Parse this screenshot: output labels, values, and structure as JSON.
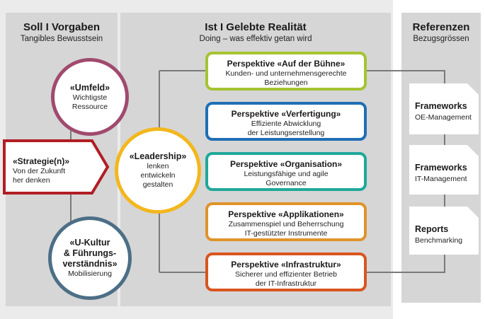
{
  "columns": {
    "soll": {
      "title": "Soll I Vorgaben",
      "subtitle": "Tangibles Bewusstsein"
    },
    "ist": {
      "title": "Ist I Gelebte Realität",
      "subtitle": "Doing – was effektiv getan wird"
    },
    "ref": {
      "title": "Referenzen",
      "subtitle": "Bezugsgrössen"
    }
  },
  "circles": {
    "umfeld": {
      "title": "«Umfeld»",
      "desc1": "Wichtigste",
      "desc2": "Ressource",
      "color": "#a04a6e"
    },
    "leadership": {
      "title": "«Leadership»",
      "desc1": "lenken",
      "desc2": "entwickeln",
      "desc3": "gestalten",
      "color": "#f3b71c"
    },
    "ukultur": {
      "title1": "«U-Kultur",
      "title2": "& Führungs-",
      "title3": "verständnis»",
      "desc": "Mobilisierung",
      "color": "#4c6f86"
    }
  },
  "strategie": {
    "title": "«Strategie(n)»",
    "desc1": "Von der Zukunft",
    "desc2": "her denken",
    "color": "#b11e24"
  },
  "perspectives": [
    {
      "title": "Perspektive «Auf der Bühne»",
      "desc1": "Kunden- und unternehmensgerechte",
      "desc2": "Beziehungen",
      "color": "#a5c430"
    },
    {
      "title": "Perspektive «Verfertigung»",
      "desc1": "Effiziente Abwicklung",
      "desc2": "der Leistungserstellung",
      "color": "#1f6fb5"
    },
    {
      "title": "Perspektive «Organisation»",
      "desc1": "Leistungsfähige und agile",
      "desc2": "Governance",
      "color": "#1fa89a"
    },
    {
      "title": "Perspektive «Applikationen»",
      "desc1": "Zusammenspiel und Beherrschung",
      "desc2": "IT-gestützter Instrumente",
      "color": "#e0932a"
    },
    {
      "title": "Perspektive «Infrastruktur»",
      "desc1": "Sicherer und effizienter Betrieb",
      "desc2": "der IT-Infrastruktur",
      "color": "#d8551e"
    }
  ],
  "references": [
    {
      "title": "Frameworks",
      "desc": "OE-Management"
    },
    {
      "title": "Frameworks",
      "desc": "IT-Management"
    },
    {
      "title": "Reports",
      "desc": "Benchmarking"
    }
  ]
}
